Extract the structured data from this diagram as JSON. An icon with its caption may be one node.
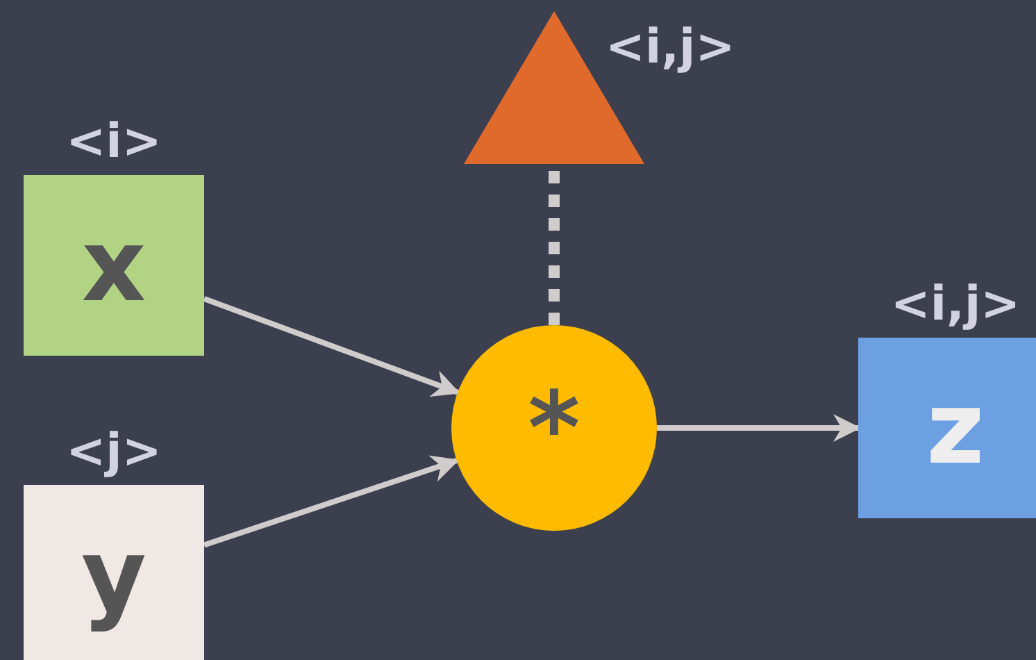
{
  "diagram": {
    "nodes": [
      {
        "text": [
          "<i>",
          "x"
        ]
      },
      {
        "text": [
          "<j>",
          "y"
        ]
      },
      {
        "text": [],
        "shape": "triangle",
        "beside": [
          "<i,j>"
        ]
      },
      {
        "text": [
          "*"
        ]
      },
      {
        "text": [
          "<i,j>",
          "z"
        ]
      }
    ],
    "edges": [
      {
        "from": 0,
        "to": 3,
        "arrow": "to"
      },
      {
        "from": 1,
        "to": 3,
        "arrow": "to"
      },
      {
        "from": 3,
        "to": 2,
        "arrow": "none",
        "style": "dashed"
      },
      {
        "from": 3,
        "to": 4,
        "arrow": "to"
      }
    ]
  }
}
